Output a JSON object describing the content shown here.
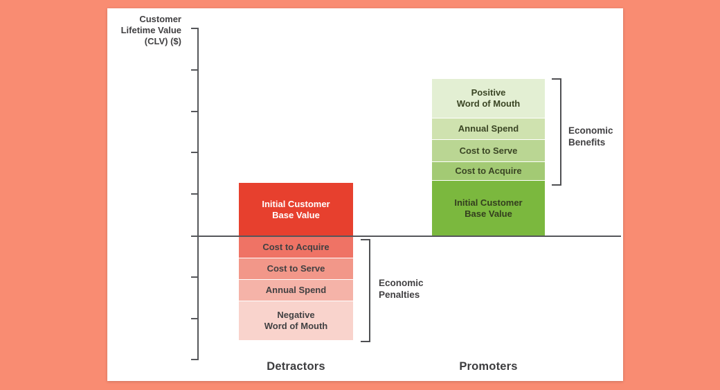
{
  "colors": {
    "page_bg": "#F98C72",
    "card_bg": "#FFFFFF",
    "axis": "#55565A",
    "text_dark": "#414042",
    "bracket": "#4E4F52"
  },
  "axis_labels": {
    "y_label_display": "Customer\nLifetime Value\n(CLV) ($)"
  },
  "chart_data": {
    "type": "bar",
    "subtype": "diverging-stacked-bar",
    "title": "",
    "xlabel": "",
    "ylabel": "Customer Lifetime Value (CLV) ($)",
    "categories": [
      "Detractors",
      "Promoters"
    ],
    "legend": "none",
    "grid": false,
    "y_axis_tick_labels": [],
    "value_units": "relative units (axis ticks are unlabeled; segment sizes estimated from pixels)",
    "series": [
      {
        "category": "Detractors",
        "bracket_label": "Economic Penalties",
        "bracket_label_display": "Economic\nPenalties",
        "bracket_covers": "below-zero segments",
        "segments": [
          {
            "label": "Initial Customer Base Value",
            "display": "Initial Customer\nBase Value",
            "value": 77,
            "color": "#E7402E",
            "text_color": "#FFFFFF"
          },
          {
            "label": "Cost to Acquire",
            "display": "Cost to Acquire",
            "value": -31,
            "color": "#EF7365",
            "text_color": "#414042"
          },
          {
            "label": "Cost to Serve",
            "display": "Cost to Serve",
            "value": -31,
            "color": "#F29789",
            "text_color": "#414042"
          },
          {
            "label": "Annual Spend",
            "display": "Annual Spend",
            "value": -31,
            "color": "#F5B3A8",
            "text_color": "#414042"
          },
          {
            "label": "Negative Word of Mouth",
            "display": "Negative\nWord of Mouth",
            "value": -57,
            "color": "#F9D3CC",
            "text_color": "#414042"
          }
        ]
      },
      {
        "category": "Promoters",
        "bracket_label": "Economic Benefits",
        "bracket_label_display": "Economic\nBenefits",
        "bracket_covers": "segments above Initial Customer Base Value",
        "segments": [
          {
            "label": "Initial Customer Base Value",
            "display": "Initial Customer\nBase Value",
            "value": 81,
            "color": "#7BB83E",
            "text_color": "#333D1E"
          },
          {
            "label": "Cost to Acquire",
            "display": "Cost to Acquire",
            "value": 27,
            "color": "#A3CA74",
            "text_color": "#3A4524"
          },
          {
            "label": "Cost to Serve",
            "display": "Cost to Serve",
            "value": 32,
            "color": "#BAD693",
            "text_color": "#3A4524"
          },
          {
            "label": "Annual Spend",
            "display": "Annual Spend",
            "value": 31,
            "color": "#CFE2AF",
            "text_color": "#3A4524"
          },
          {
            "label": "Positive Word of Mouth",
            "display": "Positive\nWord of Mouth",
            "value": 56,
            "color": "#E3EFD3",
            "text_color": "#3A4524"
          }
        ]
      }
    ]
  }
}
